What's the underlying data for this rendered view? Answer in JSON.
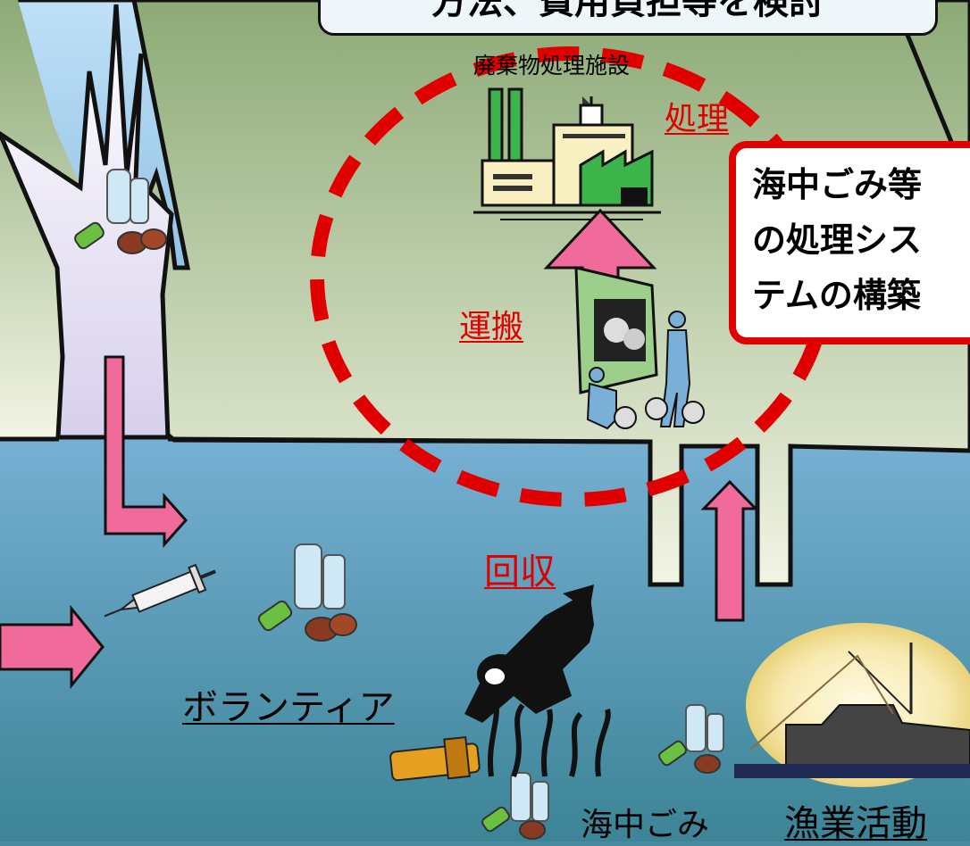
{
  "title": {
    "text": "方法、費用負担等を検討"
  },
  "facility": {
    "label": "廃棄物処理施設"
  },
  "steps": {
    "process": "処理",
    "transport": "運搬",
    "collect": "回収"
  },
  "system_box": {
    "text": "海中ごみ等\nの処理シス\nテムの構築"
  },
  "labels": {
    "volunteer": "ボランティア",
    "marine_litter": "海中ごみ",
    "fishing": "漁業活動"
  },
  "colors": {
    "land_top": "#8fae7a",
    "land_bottom": "#eef2e0",
    "sea_top": "#b8dcf5",
    "sea_bottom": "#3f8aa0",
    "arrow": "#f06a9a",
    "highlight_red": "#e00000"
  }
}
